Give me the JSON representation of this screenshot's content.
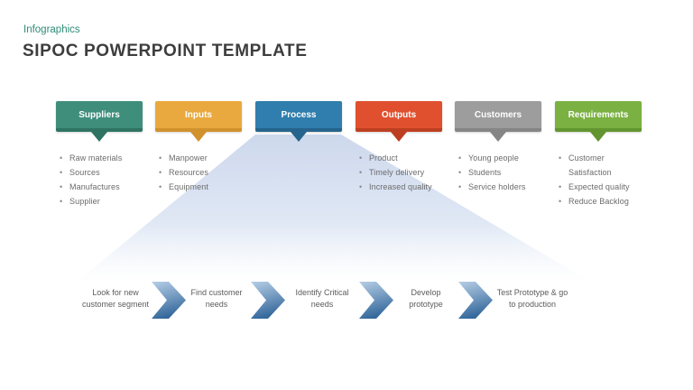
{
  "header": {
    "eyebrow": "Infographics",
    "eyebrow_color": "#2E8C77",
    "title": "SIPOC POWERPOINT TEMPLATE",
    "title_color": "#3D3D3D"
  },
  "columns": [
    {
      "label": "Suppliers",
      "color": "#3F8E7C",
      "dark_color": "#2F7463",
      "items": [
        "Raw materials",
        "Sources",
        "Manufactures",
        "Supplier"
      ]
    },
    {
      "label": "Inputs",
      "color": "#EAA93E",
      "dark_color": "#D1912C",
      "items": [
        "Manpower",
        "Resources",
        "Equipment"
      ]
    },
    {
      "label": "Process",
      "color": "#2F7EAD",
      "dark_color": "#25648D",
      "items": []
    },
    {
      "label": "Outputs",
      "color": "#E0502F",
      "dark_color": "#BD3F21",
      "items": [
        "Product",
        "Timely delivery",
        "Increased quality"
      ]
    },
    {
      "label": "Customers",
      "color": "#9D9D9D",
      "dark_color": "#858585",
      "items": [
        "Young people",
        "Students",
        "Service holders"
      ]
    },
    {
      "label": "Requirements",
      "color": "#7AB142",
      "dark_color": "#62952F",
      "items": [
        "Customer Satisfaction",
        "Expected quality",
        "Reduce Backlog"
      ]
    }
  ],
  "funnel": {
    "top_color": "#CDD8EC",
    "mid_color": "#E0E8F5",
    "bottom_color": "#EFF4FB"
  },
  "process_flow": {
    "steps": [
      "Look for new customer segment",
      "Find customer needs",
      "Identify Critical needs",
      "Develop prototype",
      "Test Prototype & go to production"
    ],
    "arrow_light": "#B7CEE6",
    "arrow_dark": "#35699C"
  }
}
